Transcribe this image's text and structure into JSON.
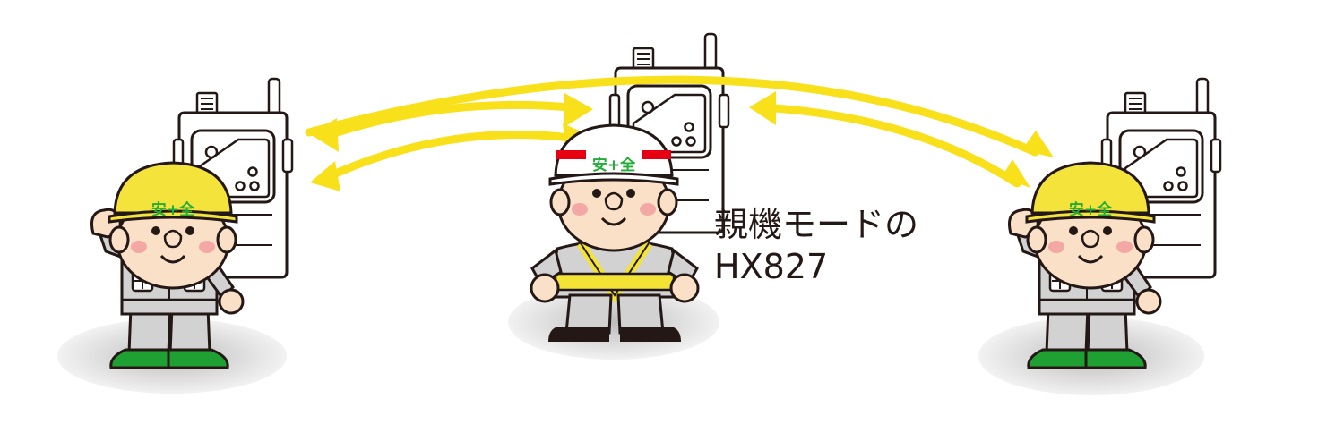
{
  "caption": {
    "line1": "親機モードの",
    "line2": "HX827"
  },
  "helmet_text": {
    "left": "安+全",
    "center": "安+全",
    "right": "安+全"
  },
  "colors": {
    "arrow": "#f8e01a",
    "helmet_yellow": "#f4e33a",
    "helmet_white": "#ffffff",
    "helmet_band": "#e60012",
    "safety_green": "#22ac38",
    "uniform": "#d2d2d2",
    "skin": "#fbe0c8",
    "boots": "#1ea033",
    "vest": "#f3e334",
    "outline": "#231815",
    "radio": "#ffffff",
    "shadow": "#d9d9d9"
  },
  "icons": [
    "transceiver-icon",
    "worker-icon",
    "double-arrow-icon"
  ]
}
